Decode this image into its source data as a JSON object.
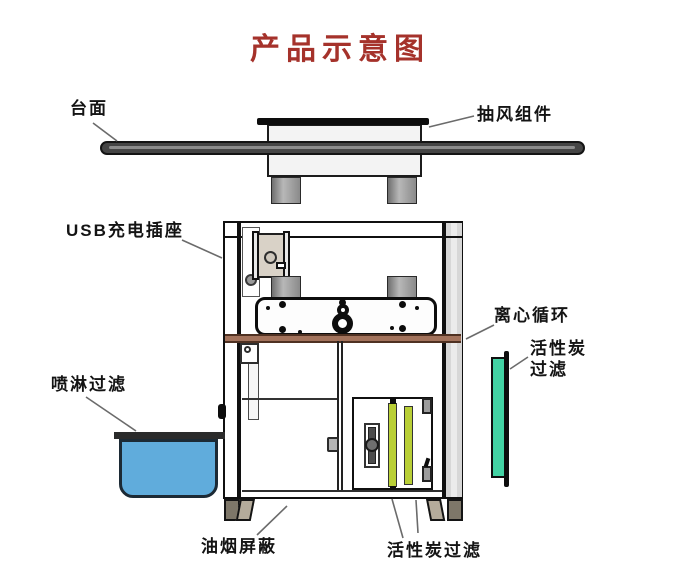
{
  "title": "产品示意图",
  "labels": {
    "countertop": "台面",
    "exhaust_component": "抽风组件",
    "usb_socket": "USB充电插座",
    "centrifugal_cycle": "离心循环",
    "carbon_filter_right": {
      "line1": "活性炭",
      "line2": "过滤"
    },
    "spray_filter": "喷淋过滤",
    "oil_smoke_shield": "油烟屏蔽",
    "carbon_filter_bottom": "活性炭过滤"
  },
  "colors": {
    "title_red": "#a5322b",
    "countertop_gray": "#454545",
    "water_tank_blue": "#60acdc",
    "carbon_filter_green": "#43d3a4",
    "carbon_bars_yellow_green": "#b9cf36",
    "divider_brown": "#a3735c",
    "foot_taupe": "#b4ab9b"
  },
  "icons": {
    "leader_lines": "pointer-line"
  }
}
